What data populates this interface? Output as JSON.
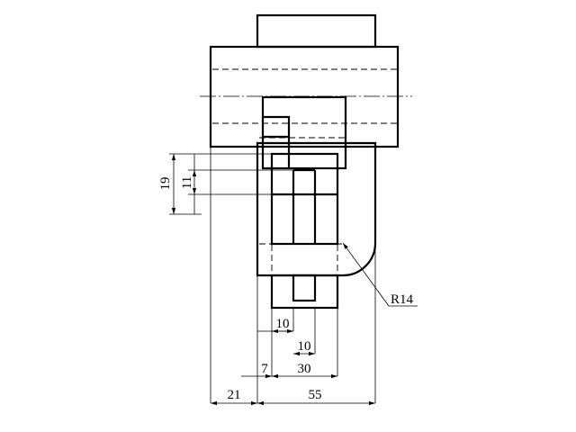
{
  "dimensions": {
    "h19": "19",
    "h11": "11",
    "w10_upper": "10",
    "w10_lower": "10",
    "w7": "7",
    "w30": "30",
    "w21": "21",
    "w55": "55",
    "radius": "R14"
  }
}
